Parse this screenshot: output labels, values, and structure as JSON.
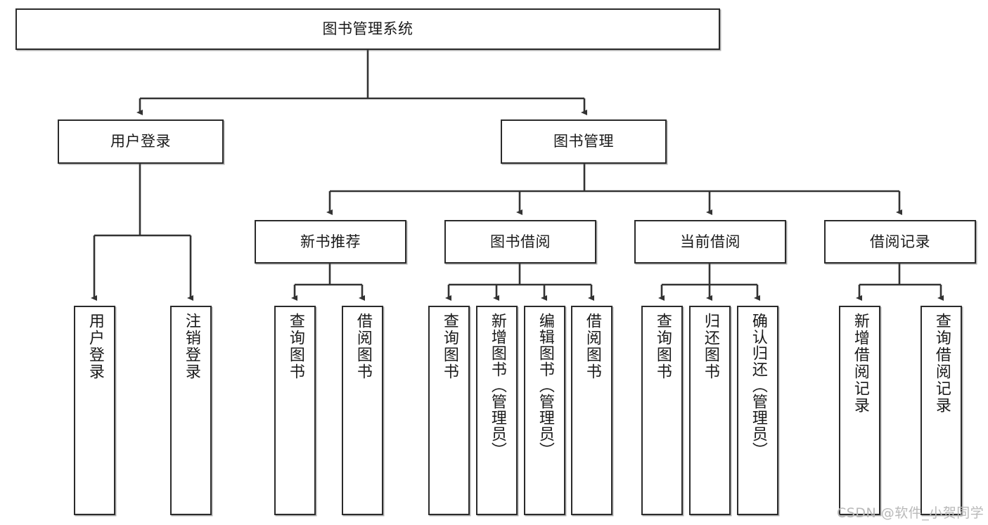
{
  "diagram": {
    "title": "图书管理系统",
    "type": "tree-hierarchy-chart",
    "colors": {
      "box_border": "#2b2b2b",
      "box_fill": "#ffffff",
      "connector": "#333333",
      "text": "#1a1a1a",
      "watermark": "#b9b9b9"
    },
    "root": {
      "label": "图书管理系统"
    },
    "level2": [
      {
        "label": "用户登录"
      },
      {
        "label": "图书管理"
      }
    ],
    "level3": [
      {
        "label": "新书推荐"
      },
      {
        "label": "图书借阅"
      },
      {
        "label": "当前借阅"
      },
      {
        "label": "借阅记录"
      }
    ],
    "leaves": {
      "user_login": [
        {
          "label": "用户登录"
        },
        {
          "label": "注销登录"
        }
      ],
      "new_book_recommend": [
        {
          "label": "查询图书"
        },
        {
          "label": "借阅图书"
        }
      ],
      "book_borrow": [
        {
          "label": "查询图书"
        },
        {
          "label": "新增图书（管理员）"
        },
        {
          "label": "编辑图书（管理员）"
        },
        {
          "label": "借阅图书"
        }
      ],
      "current_borrow": [
        {
          "label": "查询图书"
        },
        {
          "label": "归还图书"
        },
        {
          "label": "确认归还（管理员）"
        }
      ],
      "borrow_record": [
        {
          "label": "新增借阅记录"
        },
        {
          "label": "查询借阅记录"
        }
      ]
    }
  },
  "watermark": {
    "text": "CSDN @软件_小贺同学"
  }
}
